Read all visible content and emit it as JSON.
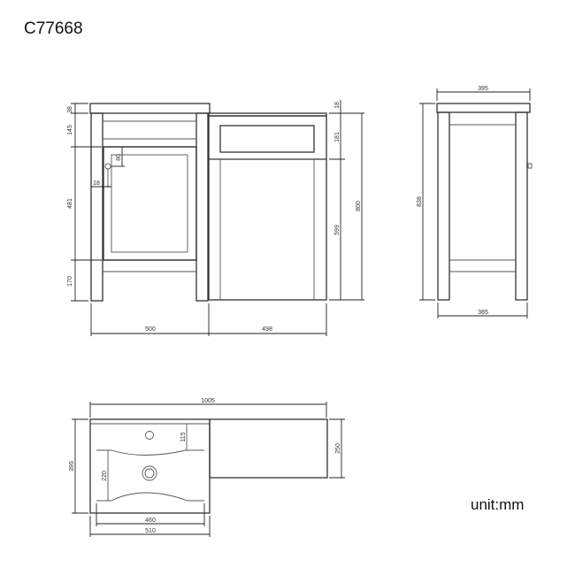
{
  "title": "C77668",
  "unit_label": "unit:mm",
  "front_view": {
    "left_cabinet": {
      "worktop_thickness": "38",
      "top_rail_height": "145",
      "door_height": "481",
      "plinth_height": "170",
      "handle_offset": "80",
      "frame_offset": "18",
      "width": "500"
    },
    "right_cabinet": {
      "worktop_thickness": "18",
      "drawer_height": "181",
      "door_height": "599",
      "total_height": "800",
      "width": "498"
    }
  },
  "side_view": {
    "top_depth": "395",
    "total_height": "838",
    "base_depth": "385"
  },
  "top_view": {
    "overall_width": "1005",
    "basin_depth": "395",
    "tap_hole_offset": "115",
    "bowl_depth": "220",
    "bowl_width": "460",
    "basin_width": "510",
    "worktop_depth": "250"
  }
}
